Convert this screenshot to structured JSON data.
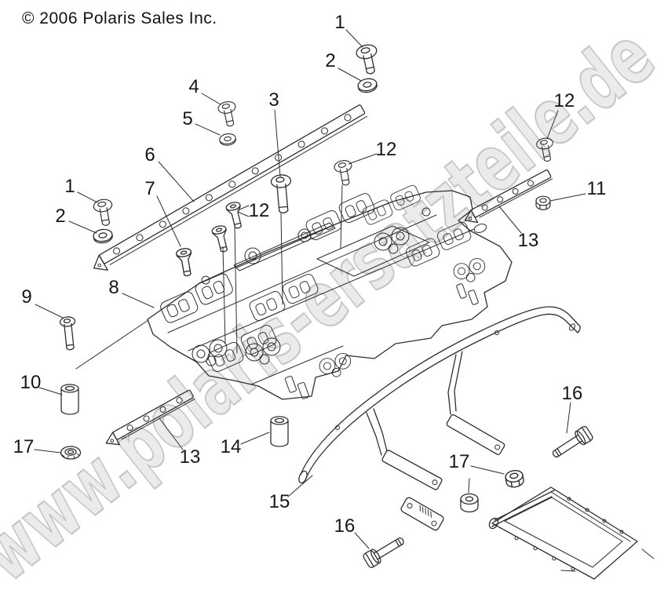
{
  "copyright": "© 2006 Polaris Sales Inc.",
  "watermark": "www.polaris-ersatzteile.de",
  "diagram": {
    "type": "exploded-parts-diagram",
    "subject": "rear rack assembly with fasteners, rails, support bracket and frame",
    "callouts": [
      {
        "label": "1"
      },
      {
        "label": "2"
      },
      {
        "label": "4"
      },
      {
        "label": "5"
      },
      {
        "label": "3"
      },
      {
        "label": "6"
      },
      {
        "label": "7"
      },
      {
        "label": "12"
      },
      {
        "label": "12"
      },
      {
        "label": "12"
      },
      {
        "label": "1"
      },
      {
        "label": "2"
      },
      {
        "label": "11"
      },
      {
        "label": "13"
      },
      {
        "label": "8"
      },
      {
        "label": "9"
      },
      {
        "label": "10"
      },
      {
        "label": "17"
      },
      {
        "label": "13"
      },
      {
        "label": "14"
      },
      {
        "label": "15"
      },
      {
        "label": "17"
      },
      {
        "label": "16"
      },
      {
        "label": "16"
      }
    ]
  }
}
